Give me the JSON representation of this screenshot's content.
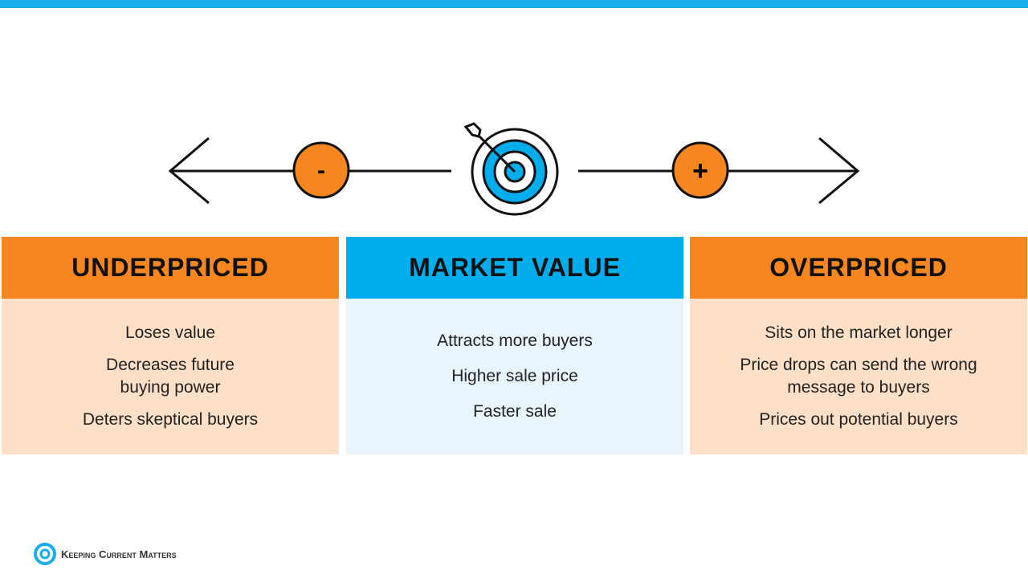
{
  "columns": [
    {
      "title": "UNDERPRICED",
      "items": [
        "Loses value",
        "Decreases future buying power",
        "Deters skeptical buyers"
      ]
    },
    {
      "title": "MARKET VALUE",
      "items": [
        "Attracts more buyers",
        "Higher sale price",
        "Faster sale"
      ]
    },
    {
      "title": "OVERPRICED",
      "items": [
        "Sits on the market longer",
        "Price drops can send the wrong message to buyers",
        "Prices out potential buyers"
      ]
    }
  ],
  "scale": {
    "minus_symbol": "-",
    "plus_symbol": "+"
  },
  "brand": {
    "name": "Keeping Current Matters"
  },
  "colors": {
    "orange": "#F6861F",
    "blue": "#02ADEE",
    "peach": "#FDE0C7",
    "light_blue": "#E9F5FC"
  }
}
